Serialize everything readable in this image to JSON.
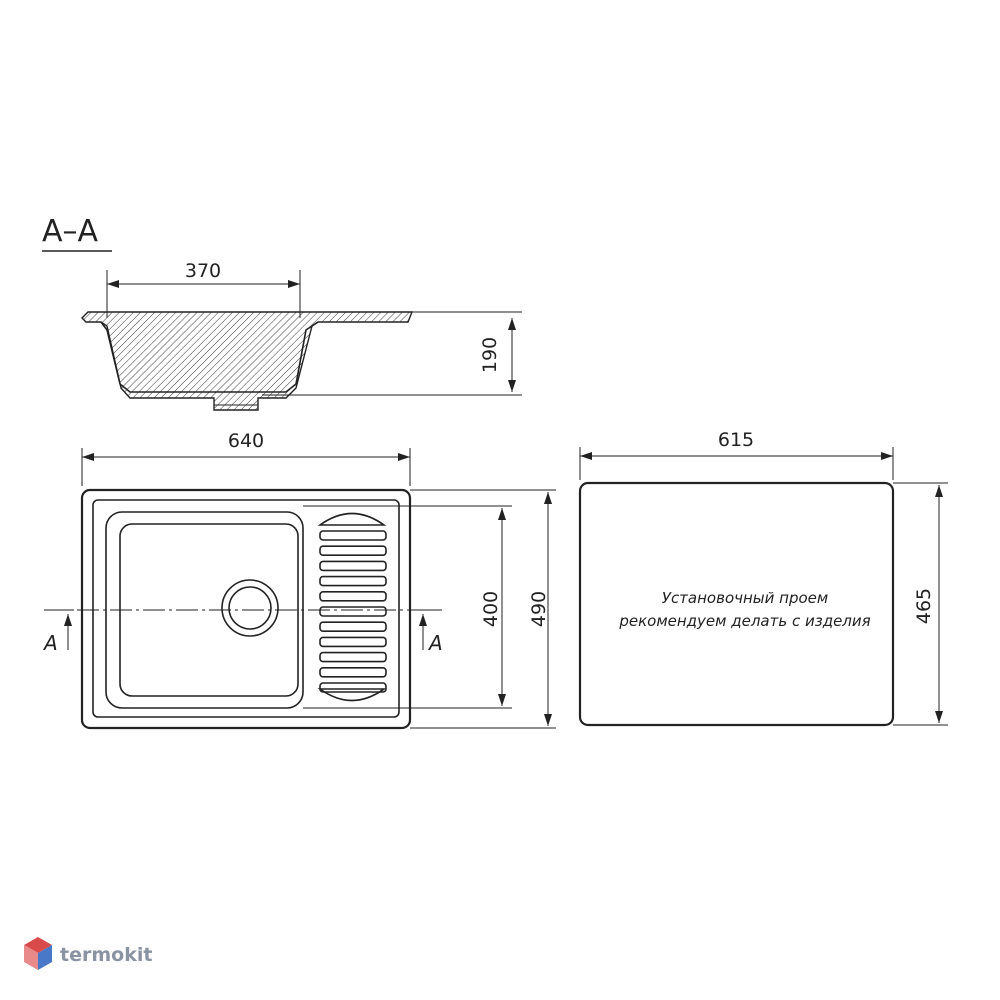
{
  "section_label": "A–A",
  "section_marker_letter": "A",
  "dimensions": {
    "bowl_width": "370",
    "depth": "190",
    "sink_length": "640",
    "bowl_length": "400",
    "sink_width": "490",
    "cutout_length": "615",
    "cutout_width": "465"
  },
  "cutout_note": {
    "line1": "Установочный проем",
    "line2": "рекомендуем делать с изделия"
  },
  "brand": {
    "name": "termokit",
    "logo_colors": [
      "#d94a4a",
      "#e98a8a",
      "#4a78c8"
    ]
  },
  "drain_ribs_count": 11
}
